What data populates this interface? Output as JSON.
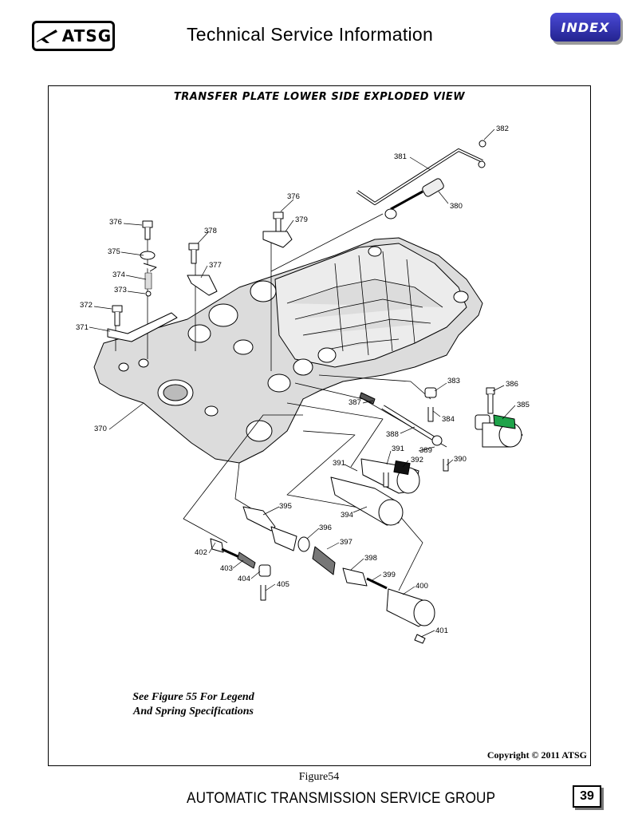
{
  "header": {
    "logo_text": "ATSG",
    "title": "Technical Service Information",
    "index_label": "INDEX"
  },
  "diagram": {
    "title": "TRANSFER PLATE LOWER SIDE EXPLODED VIEW",
    "callouts": [
      "382",
      "381",
      "376",
      "380",
      "379",
      "376",
      "378",
      "375",
      "377",
      "374",
      "373",
      "372",
      "371",
      "383",
      "386",
      "385",
      "387",
      "384",
      "370",
      "388",
      "391",
      "389",
      "392",
      "390",
      "391",
      "395",
      "394",
      "396",
      "397",
      "402",
      "398",
      "403",
      "399",
      "404",
      "405",
      "400",
      "401"
    ],
    "note_line1": "See Figure 55 For Legend",
    "note_line2": "And Spring Specifications",
    "copyright": "Copyright © 2011 ATSG"
  },
  "footer": {
    "figure_label": "Figure54",
    "title": "AUTOMATIC TRANSMISSION SERVICE GROUP",
    "page_number": "39"
  },
  "colors": {
    "index_button": "#2e2eb8",
    "highlight_solenoid": "#1fa34a"
  }
}
